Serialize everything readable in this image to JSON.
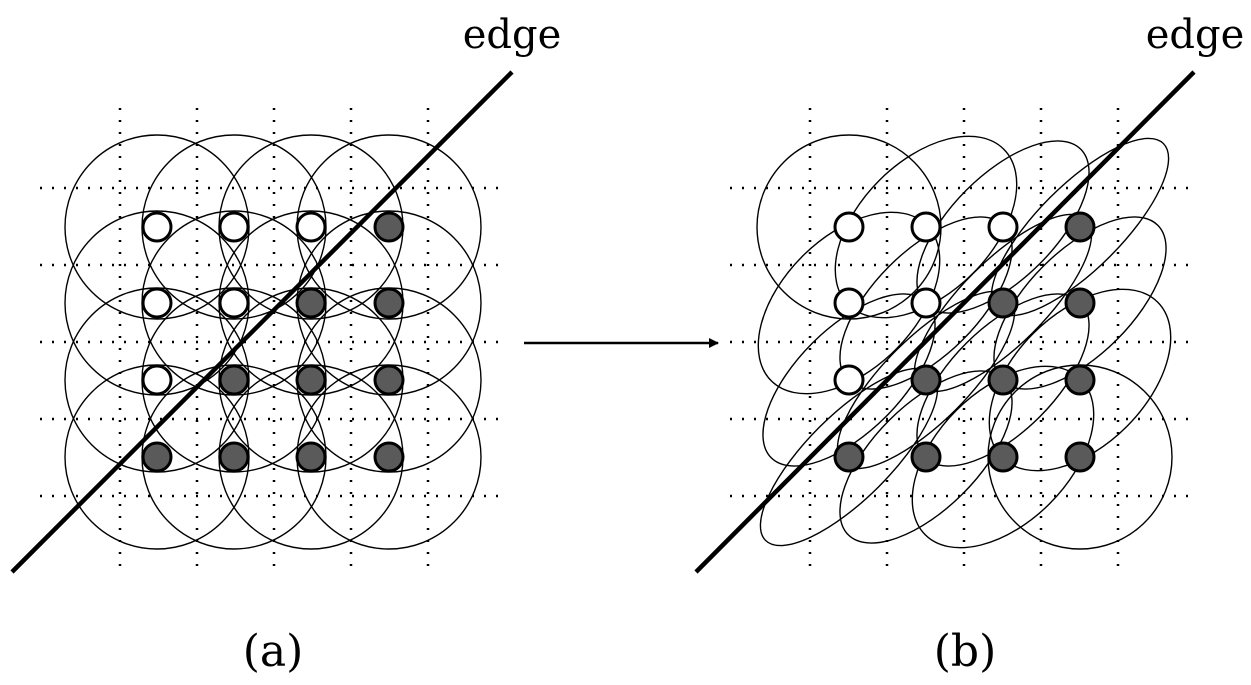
{
  "panel_a": {
    "caption": "(a)",
    "edge_label": "edge",
    "samples": [
      [
        "white",
        "white",
        "white",
        "gray"
      ],
      [
        "white",
        "white",
        "gray",
        "gray"
      ],
      [
        "white",
        "gray",
        "gray",
        "gray"
      ],
      [
        "gray",
        "gray",
        "gray",
        "gray"
      ]
    ],
    "kernel_shape": "circle"
  },
  "panel_b": {
    "caption": "(b)",
    "edge_label": "edge",
    "samples": [
      [
        "white",
        "white",
        "white",
        "gray"
      ],
      [
        "white",
        "white",
        "gray",
        "gray"
      ],
      [
        "white",
        "gray",
        "gray",
        "gray"
      ],
      [
        "gray",
        "gray",
        "gray",
        "gray"
      ]
    ],
    "kernel_shape": "ellipse aligned with edge"
  },
  "colors": {
    "gray_sample": "#5a5a5a",
    "white_sample": "#ffffff",
    "line": "#000000"
  }
}
